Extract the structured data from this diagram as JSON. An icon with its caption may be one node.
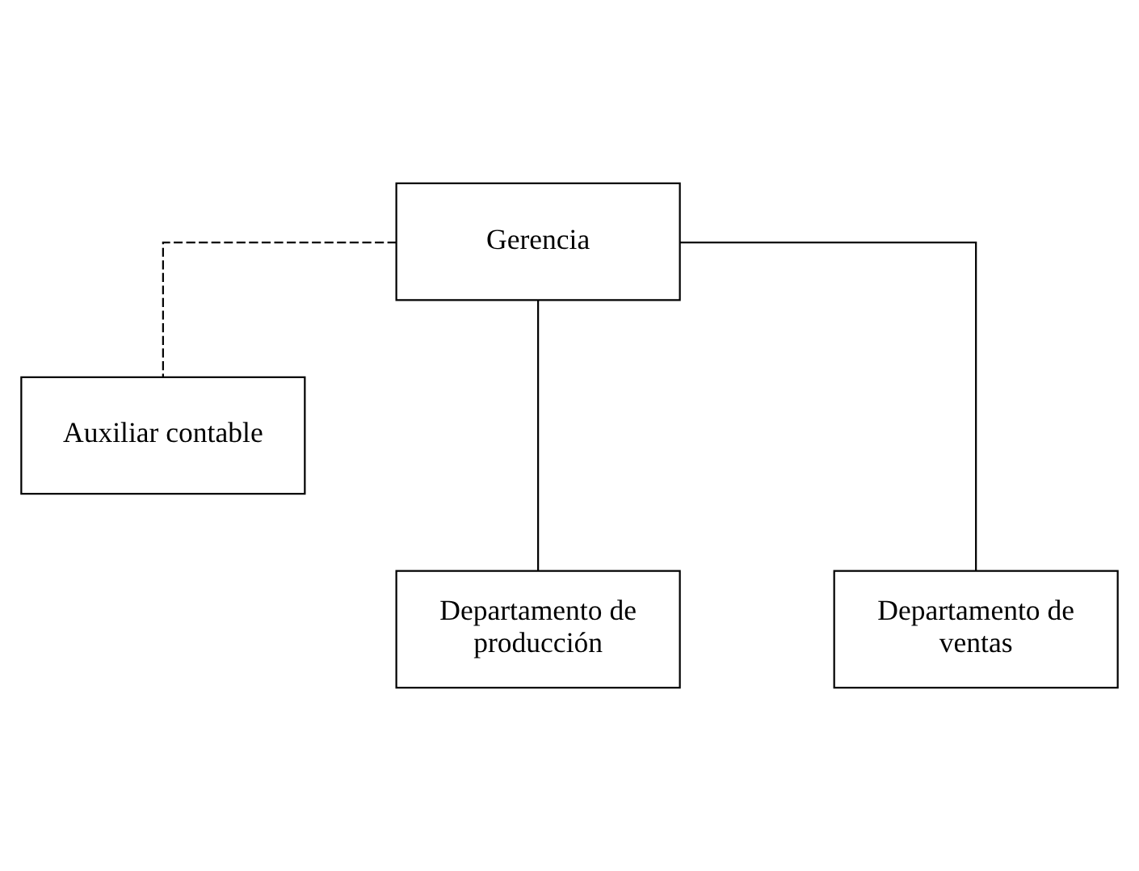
{
  "diagram": {
    "nodes": [
      {
        "text": [
          "Gerencia"
        ]
      },
      {
        "text": [
          "Auxiliar contable"
        ]
      },
      {
        "text": [
          "Departamento de producción"
        ]
      },
      {
        "text": [
          "Departamento de ventas"
        ]
      }
    ],
    "edges": [
      {
        "from": 0,
        "to": 1,
        "arrow": "none",
        "style": "dashed"
      },
      {
        "from": 0,
        "to": 2,
        "arrow": "none"
      },
      {
        "from": 0,
        "to": 3,
        "arrow": "none"
      }
    ]
  }
}
